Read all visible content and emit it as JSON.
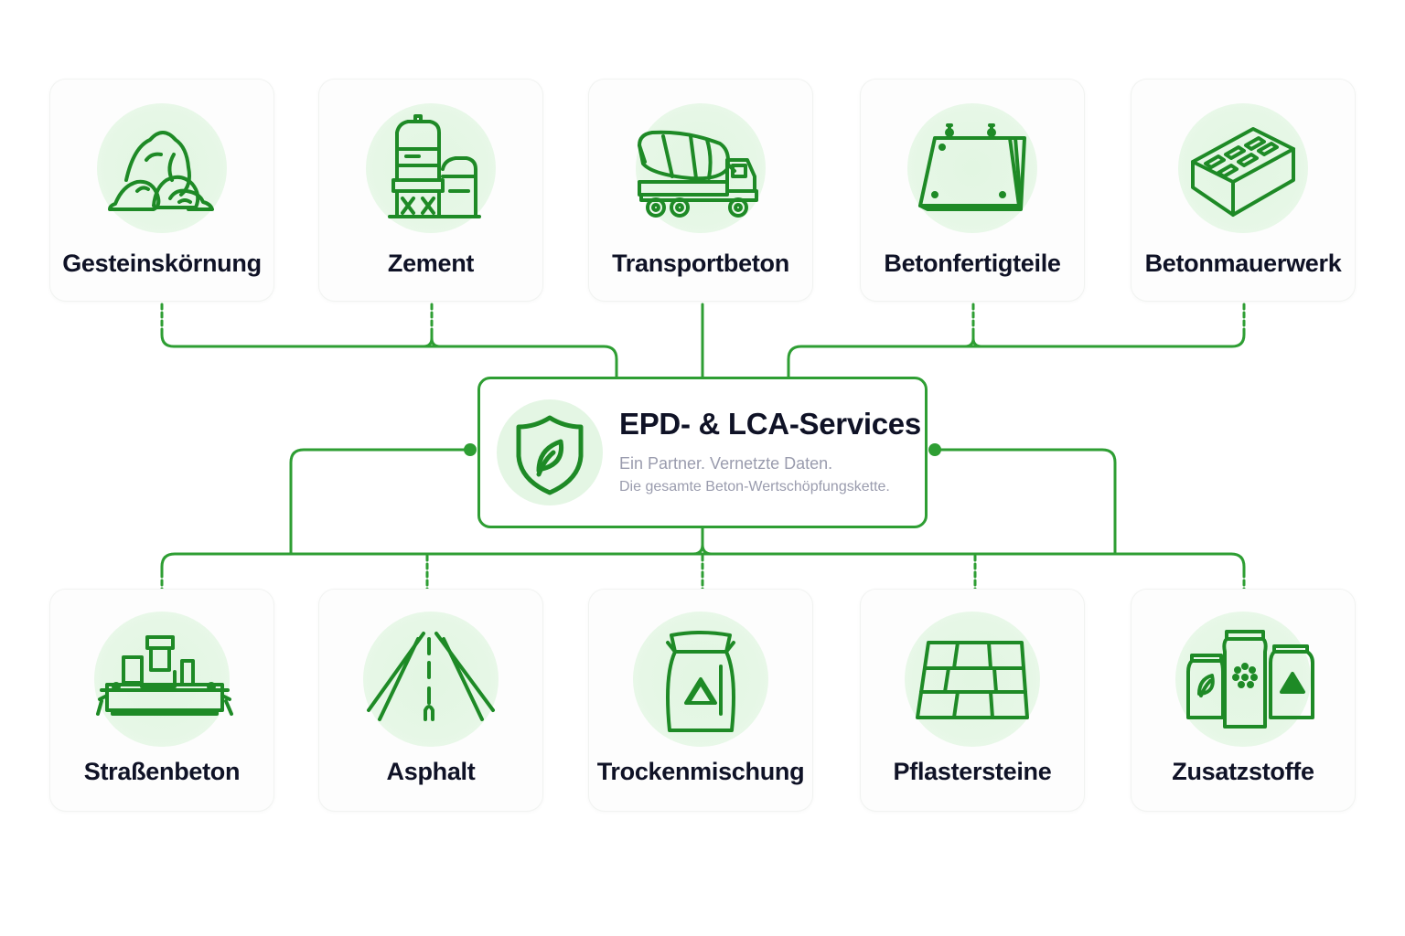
{
  "hub": {
    "title": "EPD- & LCA-Services",
    "subtitle": "Ein Partner. Vernetzte Daten.",
    "tagline": "Die gesamte Beton-Wertschöpfungskette.",
    "icon": "shield-leaf-icon"
  },
  "top_categories": [
    {
      "label": "Gesteinskörnung",
      "icon": "rock-pile-icon"
    },
    {
      "label": "Zement",
      "icon": "cement-silo-icon"
    },
    {
      "label": "Transportbeton",
      "icon": "mixer-truck-icon"
    },
    {
      "label": "Betonfertigteile",
      "icon": "precast-panel-icon"
    },
    {
      "label": "Betonmauerwerk",
      "icon": "concrete-block-icon"
    }
  ],
  "bottom_categories": [
    {
      "label": "Straßenbeton",
      "icon": "paver-machine-icon"
    },
    {
      "label": "Asphalt",
      "icon": "road-icon"
    },
    {
      "label": "Trockenmischung",
      "icon": "mortar-bag-icon"
    },
    {
      "label": "Pflastersteine",
      "icon": "paving-tiles-icon"
    },
    {
      "label": "Zusatzstoffe",
      "icon": "additive-containers-icon"
    }
  ],
  "colors": {
    "accent": "#2e9e33",
    "icon_stroke": "#1e8a26",
    "icon_background": "#e4f6e4",
    "text": "#0f1226",
    "muted_text": "#9a9cae"
  }
}
